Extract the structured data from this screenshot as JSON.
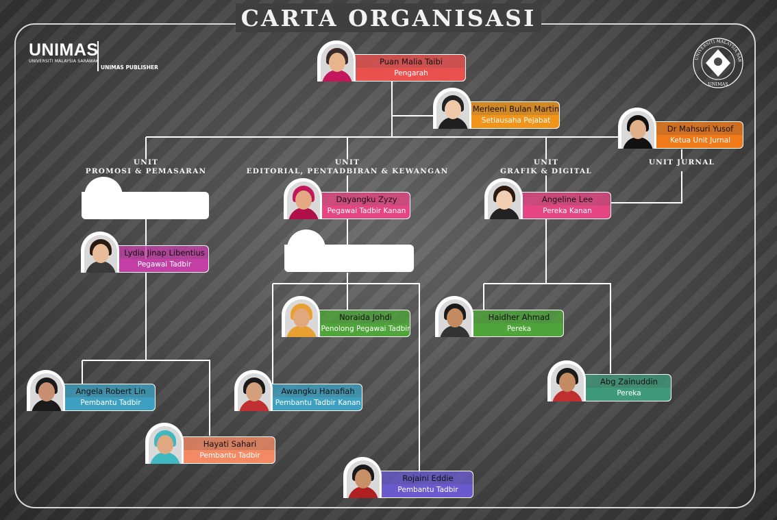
{
  "title": "CARTA ORGANISASI",
  "logo": {
    "word": "UNIMAS",
    "sub": "UNIVERSITI MALAYSIA SARAWAK",
    "publisher": "UNIMAS PUBLISHER"
  },
  "seal": {
    "text": "UNIVERSITI MALAYSIA SARAWAK",
    "bottom": "UNIMAS"
  },
  "units": [
    {
      "id": "promosi",
      "line1": "UNIT",
      "line2": "PROMOSI & PEMASARAN"
    },
    {
      "id": "editorial",
      "line1": "UNIT",
      "line2": "EDITORIAL, PENTADBIRAN & KEWANGAN"
    },
    {
      "id": "grafik",
      "line1": "UNIT",
      "line2": "GRAFIK & DIGITAL"
    },
    {
      "id": "jurnal",
      "line1": "UNIT JURNAL",
      "line2": ""
    }
  ],
  "people": [
    {
      "id": "malia",
      "name": "Puan Malia Taibi",
      "position": "Pengarah",
      "color": "#e9514f"
    },
    {
      "id": "merleeni",
      "name": "Merleeni Bulan Martin",
      "position": "Setiausaha Pejabat",
      "color": "#f0951a"
    },
    {
      "id": "mahsuri",
      "name": "Dr Mahsuri Yusof",
      "position": "Ketua Unit Jurnal",
      "color": "#f07a1a"
    },
    {
      "id": "dayangku",
      "name": "Dayangku Zyzy",
      "position": "Pegawai Tadbir Kanan",
      "color": "#e54682"
    },
    {
      "id": "angeline",
      "name": "Angeline Lee",
      "position": "Pereka Kanan",
      "color": "#e54682"
    },
    {
      "id": "lydia",
      "name": "Lydia Jinap Libentius",
      "position": "Pegawai Tadbir",
      "color": "#c33fa6"
    },
    {
      "id": "noraida",
      "name": "Noraida Johdi",
      "position": "Penolong Pegawai Tadbir",
      "color": "#4ea63a"
    },
    {
      "id": "haidher",
      "name": "Haidher Ahmad",
      "position": "Pereka",
      "color": "#4ea63a"
    },
    {
      "id": "angela",
      "name": "Angela Robert Lin",
      "position": "Pembantu Tadbir",
      "color": "#3ea0c0"
    },
    {
      "id": "awangku",
      "name": "Awangku Hanafiah",
      "position": "Pembantu Tadbir Kanan",
      "color": "#3ea0c0"
    },
    {
      "id": "abg",
      "name": "Abg Zainuddin",
      "position": "Pereka",
      "color": "#3e9a7a"
    },
    {
      "id": "hayati",
      "name": "Hayati Sahari",
      "position": "Pembantu Tadbir",
      "color": "#f48a64"
    },
    {
      "id": "rojaini",
      "name": "Rojaini Eddie",
      "position": "Pembantu Tadbir",
      "color": "#6a5acd"
    }
  ]
}
